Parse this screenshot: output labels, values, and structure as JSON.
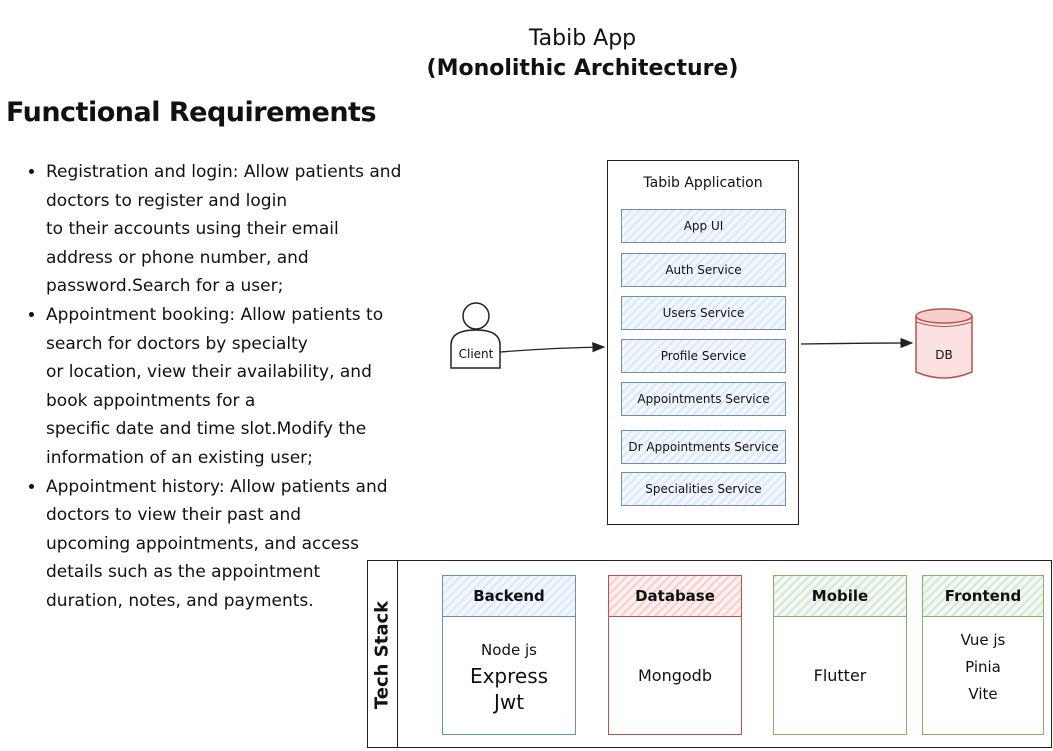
{
  "title": "Tabib App",
  "subtitle": "(Monolithic Architecture)",
  "functional_requirements": {
    "heading": "Functional Requirements",
    "items": [
      {
        "lines": [
          "Registration and login: Allow patients and",
          "doctors to register and login",
          "to their accounts using their email",
          "address or phone number, and",
          "password.Search for a user;"
        ]
      },
      {
        "lines": [
          "Appointment booking: Allow patients to",
          "search for doctors by specialty",
          "or location, view their availability, and",
          "book appointments for a",
          "specific date and time slot.Modify the",
          "information of an existing user;"
        ]
      },
      {
        "lines": [
          "Appointment history: Allow patients and",
          "doctors to view their past and",
          "upcoming appointments, and access",
          "details such as the appointment",
          "duration, notes, and payments."
        ]
      }
    ]
  },
  "client_label": "Client",
  "application": {
    "title": "Tabib Application",
    "services": [
      "App UI",
      "Auth Service",
      "Users Service",
      "Profile Service",
      "Appointments Service",
      "Dr Appointments Service",
      "Specialities Service"
    ]
  },
  "database_label": "DB",
  "tech_stack": {
    "label": "Tech Stack",
    "cards": [
      {
        "title": "Backend",
        "items": [
          "Node js",
          "Express",
          "Jwt"
        ],
        "stroke": "#6c8ebf",
        "fill": "#dae8fc"
      },
      {
        "title": "Database",
        "items": [
          "Mongodb"
        ],
        "stroke": "#b85450",
        "fill": "#f8cecc"
      },
      {
        "title": "Mobile",
        "items": [
          "Flutter"
        ],
        "stroke": "#82b366",
        "fill": "#d5e8d4"
      },
      {
        "title": "Frontend",
        "items": [
          "Vue js",
          "Pinia",
          "Vite"
        ],
        "stroke": "#82b366",
        "fill": "#d5e8d4"
      }
    ]
  }
}
